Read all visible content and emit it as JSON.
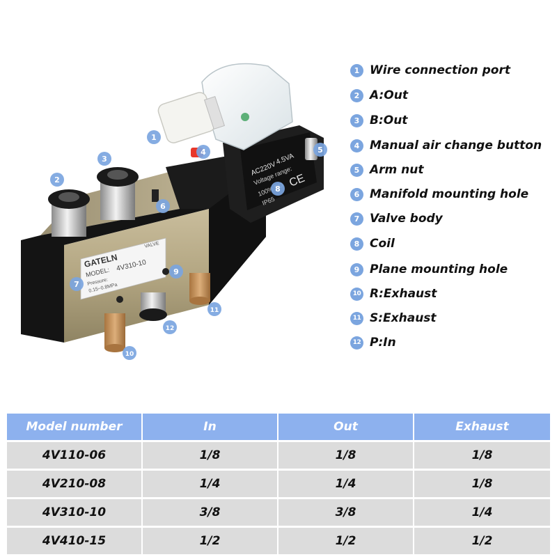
{
  "product": {
    "brand": "GATELN",
    "model_label": "MODEL:",
    "model_value": "4V310-10",
    "valve_label": "VALVE",
    "pressure_label": "Pressure:",
    "pressure_value": "0.15~0.8MPa",
    "coil_voltage": "AC220V",
    "coil_power": "4.5VA",
    "coil_range": "Voltage range:",
    "coil_duty": "100% ED",
    "coil_ip": "IP65",
    "ce_mark": "CE"
  },
  "legend": [
    {
      "number": "1",
      "label": "Wire connection port"
    },
    {
      "number": "2",
      "label": "A:Out"
    },
    {
      "number": "3",
      "label": "B:Out"
    },
    {
      "number": "4",
      "label": "Manual air change button"
    },
    {
      "number": "5",
      "label": "Arm nut"
    },
    {
      "number": "6",
      "label": "Manifold mounting hole"
    },
    {
      "number": "7",
      "label": "Valve body"
    },
    {
      "number": "8",
      "label": "Coil"
    },
    {
      "number": "9",
      "label": "Plane mounting hole"
    },
    {
      "number": "10",
      "label": "R:Exhaust"
    },
    {
      "number": "11",
      "label": "S:Exhaust"
    },
    {
      "number": "12",
      "label": "P:In"
    }
  ],
  "callouts": [
    "1",
    "2",
    "3",
    "4",
    "5",
    "6",
    "7",
    "8",
    "9",
    "10",
    "11",
    "12"
  ],
  "table": {
    "headers": [
      "Model number",
      "In",
      "Out",
      "Exhaust"
    ],
    "rows": [
      [
        "4V110-06",
        "1/8",
        "1/8",
        "1/8"
      ],
      [
        "4V210-08",
        "1/4",
        "1/4",
        "1/8"
      ],
      [
        "4V310-10",
        "3/8",
        "3/8",
        "1/4"
      ],
      [
        "4V410-15",
        "1/2",
        "1/2",
        "1/2"
      ]
    ]
  },
  "colors": {
    "badge": "#7ba5df",
    "header": "#8db1ee",
    "row": "#dcdcdc",
    "valve_body": "#b5a886",
    "valve_black": "#141414",
    "button_red": "#e8372a",
    "muffler": "#c9945e"
  }
}
